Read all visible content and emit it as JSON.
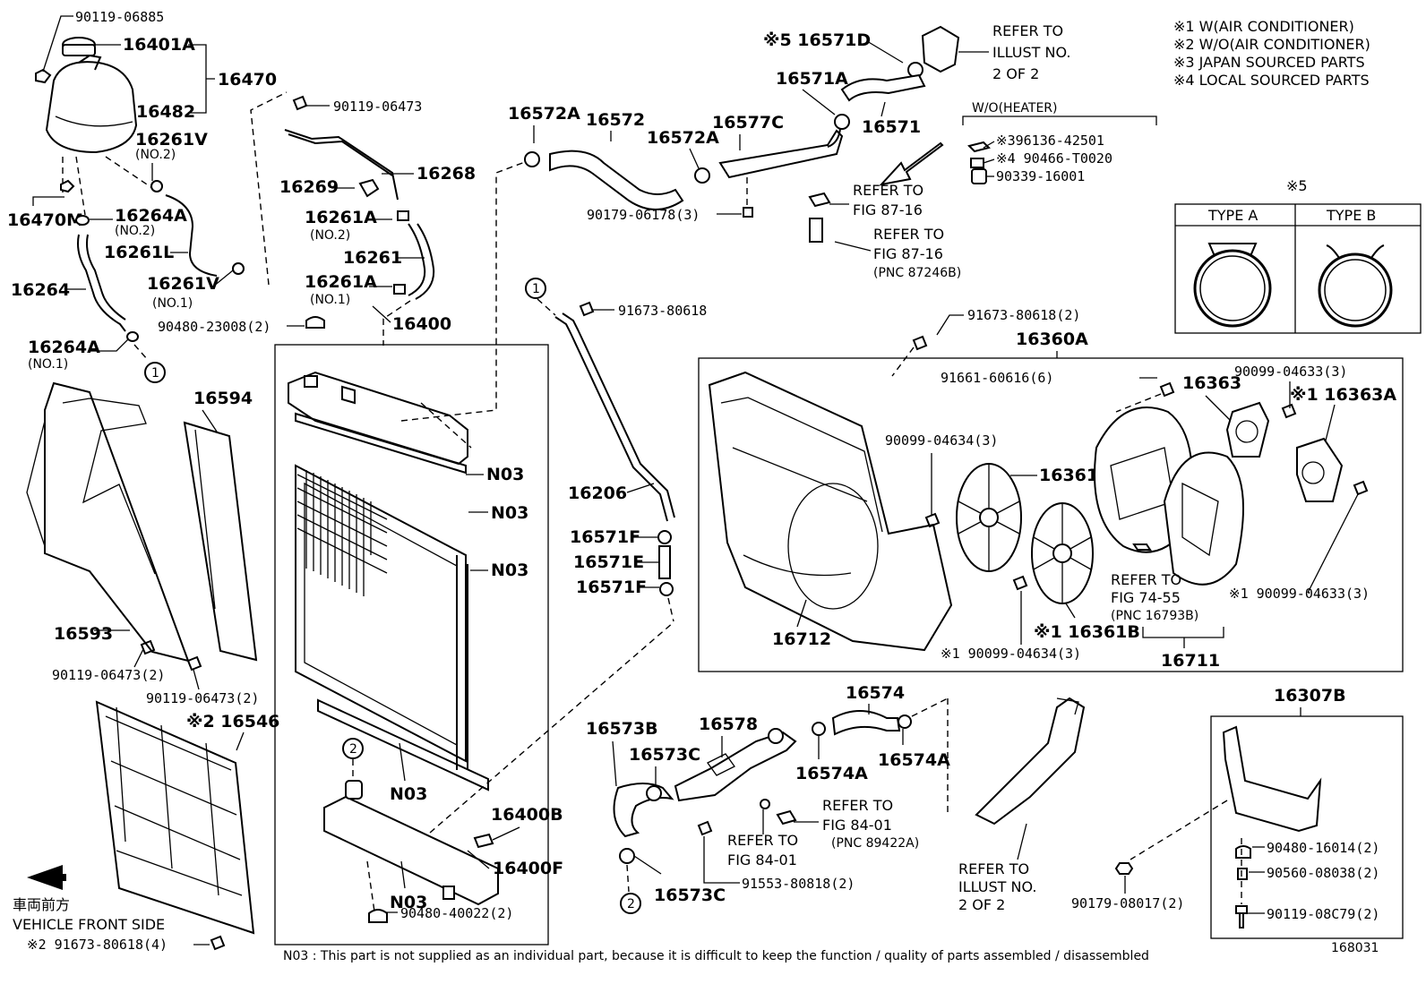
{
  "figure_id": "168031",
  "legend": [
    "※1 W(AIR CONDITIONER)",
    "※2 W/O(AIR CONDITIONER)",
    "※3 JAPAN SOURCED PARTS",
    "※4 LOCAL SOURCED PARTS"
  ],
  "type_box": {
    "title": "※5",
    "type_a": "TYPE A",
    "type_b": "TYPE B"
  },
  "heater_box": {
    "title": "W/O(HEATER)",
    "p1": "※396136-42501",
    "p2": "※4 90466-T0020",
    "p3": "90339-16001"
  },
  "orientation": {
    "jp": "車両前方",
    "en": "VEHICLE FRONT SIDE"
  },
  "footnote": "N03 : This part is not supplied as an individual part, because it is difficult to keep the function / quality of parts assembled / disassembled",
  "labels": {
    "l_90119_06885": "90119-06885",
    "l_16401A": "16401A",
    "l_16470": "16470",
    "l_16482": "16482",
    "l_16261V_a": "16261V",
    "l_no2_a": "(NO.2)",
    "l_16470M": "16470M",
    "l_16264A_a": "16264A",
    "l_no2_b": "(NO.2)",
    "l_16261L": "16261L",
    "l_16264": "16264",
    "l_16261V_b": "16261V",
    "l_no1_a": "(NO.1)",
    "l_16264A_b": "16264A",
    "l_no1_b": "(NO.1)",
    "l_90119_06473": "90119-06473",
    "l_16268": "16268",
    "l_16269": "16269",
    "l_16261A_a": "16261A",
    "l_no2_c": "(NO.2)",
    "l_16261": "16261",
    "l_16261A_b": "16261A",
    "l_no1_c": "(NO.1)",
    "l_90480_23008": "90480-23008(2)",
    "l_16400": "16400",
    "l_16594": "16594",
    "l_16593": "16593",
    "l_90119_06473_2a": "90119-06473(2)",
    "l_90119_06473_2b": "90119-06473(2)",
    "l_16546": "※2 16546",
    "l_91673_80618_4": "※2 91673-80618(4)",
    "l_16572A": "16572A",
    "l_16572": "16572",
    "l_16572A_b": "16572A",
    "l_16577C": "16577C",
    "l_90179_06178": "90179-06178(3)",
    "l_16571D": "※5 16571D",
    "l_16571A": "16571A",
    "l_16571": "16571",
    "l_refer_illust_top": "REFER TO",
    "l_refer_illust_top2": "ILLUST NO.",
    "l_refer_illust_top3": "2 OF 2",
    "l_refer_fig8716a": "REFER TO",
    "l_refer_fig8716a2": "FIG 87-16",
    "l_refer_fig8716b": "REFER TO",
    "l_refer_fig8716b2": "FIG 87-16",
    "l_refer_fig8716b3": "(PNC 87246B)",
    "l_circle1_a": "1",
    "l_circle1_b": "1",
    "l_circle2_a": "2",
    "l_circle2_b": "2",
    "l_91673_80618": "91673-80618",
    "l_16206": "16206",
    "l_16571F_a": "16571F",
    "l_16571E": "16571E",
    "l_16571F_b": "16571F",
    "l_N03_a": "N03",
    "l_N03_b": "N03",
    "l_N03_c": "N03",
    "l_N03_d": "N03",
    "l_N03_e": "N03",
    "l_16400B": "16400B",
    "l_16400F": "16400F",
    "l_90480_40022": "90480-40022(2)",
    "l_91673_80618_2": "91673-80618(2)",
    "l_16360A": "16360A",
    "l_91661_60616": "91661-60616(6)",
    "l_16363": "16363",
    "l_90099_04633_3a": "90099-04633(3)",
    "l_16363A": "※1 16363A",
    "l_90099_04634_3a": "90099-04634(3)",
    "l_16361": "16361",
    "l_refer_fig7455": "REFER TO",
    "l_refer_fig7455b": "FIG 74-55",
    "l_refer_fig7455c": "(PNC 16793B)",
    "l_90099_04633_3b": "※1 90099-04633(3)",
    "l_16712": "16712",
    "l_90099_04634_3b": "※1 90099-04634(3)",
    "l_16361B": "※1 16361B",
    "l_16711": "16711",
    "l_16573B": "16573B",
    "l_16578": "16578",
    "l_16573C_a": "16573C",
    "l_16574": "16574",
    "l_16574A_a": "16574A",
    "l_16574A_b": "16574A",
    "l_refer_fig8401a": "REFER TO",
    "l_refer_fig8401a2": "FIG 84-01",
    "l_refer_fig8401a3": "(PNC 89422A)",
    "l_refer_fig8401b": "REFER TO",
    "l_refer_fig8401b2": "FIG 84-01",
    "l_91553_80818": "91553-80818(2)",
    "l_16573C_b": "16573C",
    "l_refer_illust_bot": "REFER TO",
    "l_refer_illust_bot2": "ILLUST NO.",
    "l_refer_illust_bot3": "2 OF 2",
    "l_16307B": "16307B",
    "l_90480_16014": "90480-16014(2)",
    "l_90560_08038": "90560-08038(2)",
    "l_90119_08C79": "90119-08C79(2)",
    "l_90179_08017": "90179-08017(2)"
  }
}
